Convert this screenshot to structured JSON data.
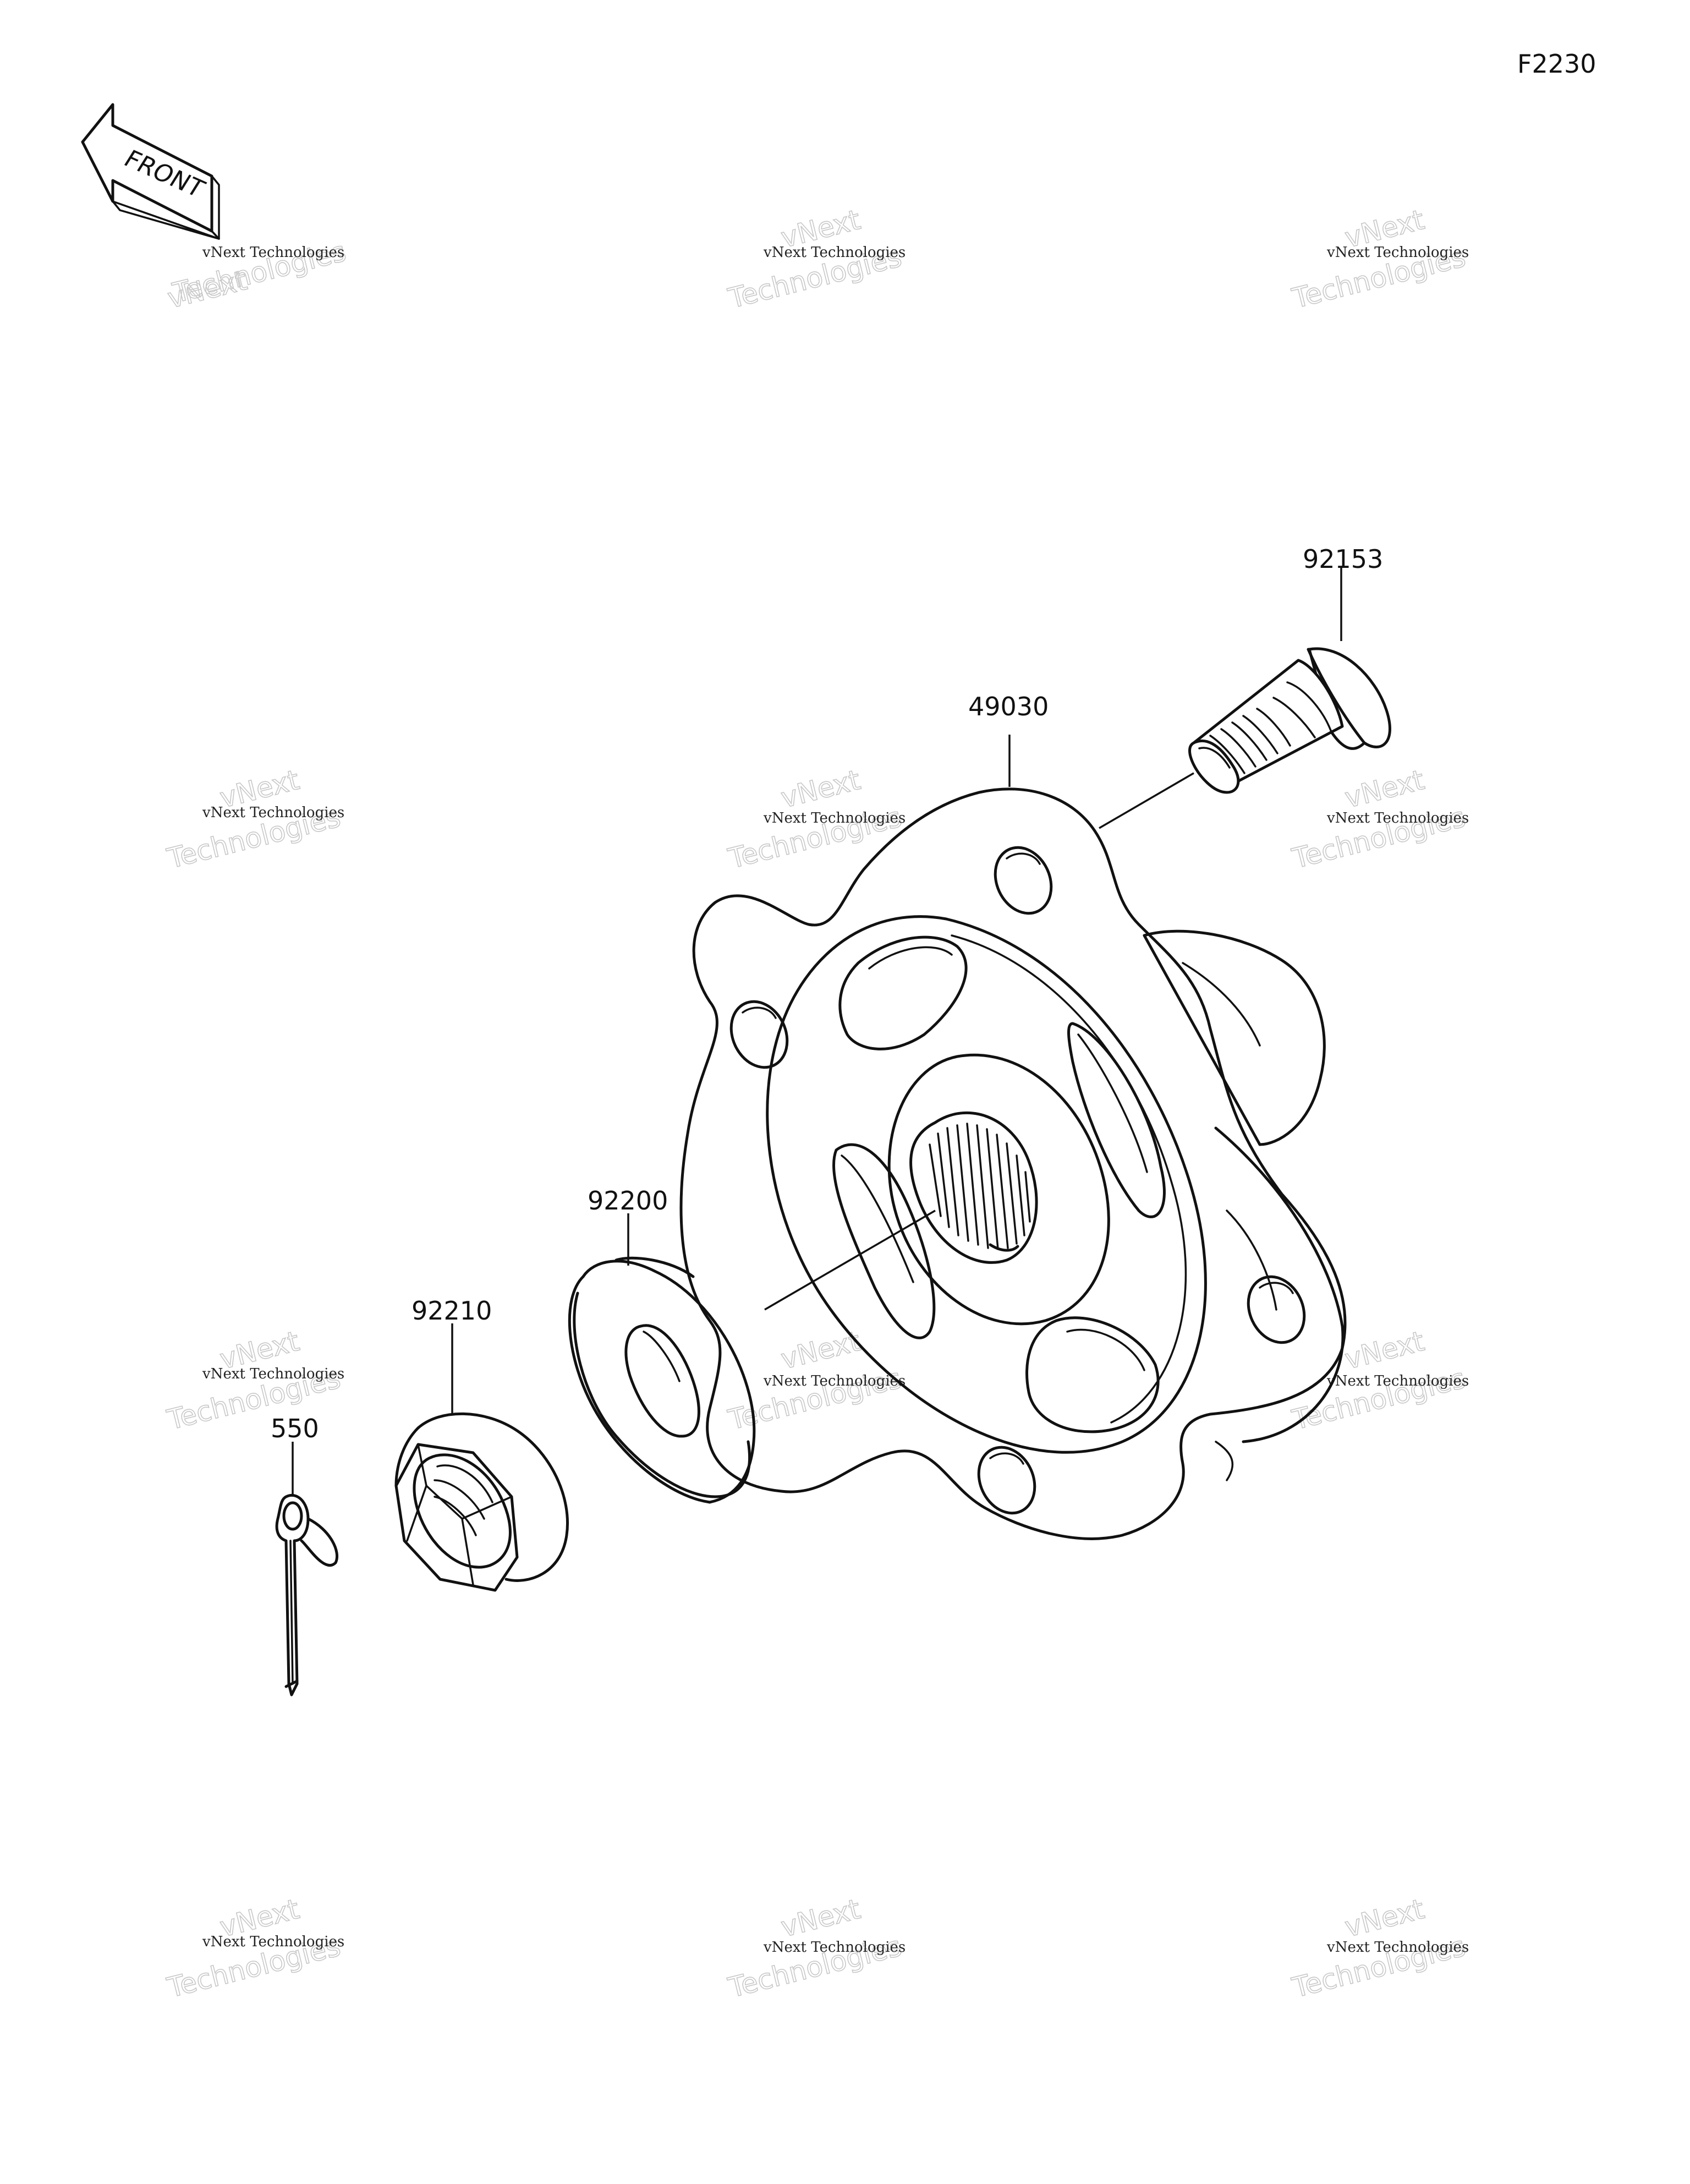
{
  "figure_code": "F2230",
  "front_indicator": "FRONT",
  "watermark": {
    "small_text": "vNext Technologies",
    "big_line1": "vNext",
    "big_line2": "Technologies"
  },
  "parts": [
    {
      "ref": "49030"
    },
    {
      "ref": "92153"
    },
    {
      "ref": "92200"
    },
    {
      "ref": "92210"
    },
    {
      "ref": "550"
    }
  ]
}
